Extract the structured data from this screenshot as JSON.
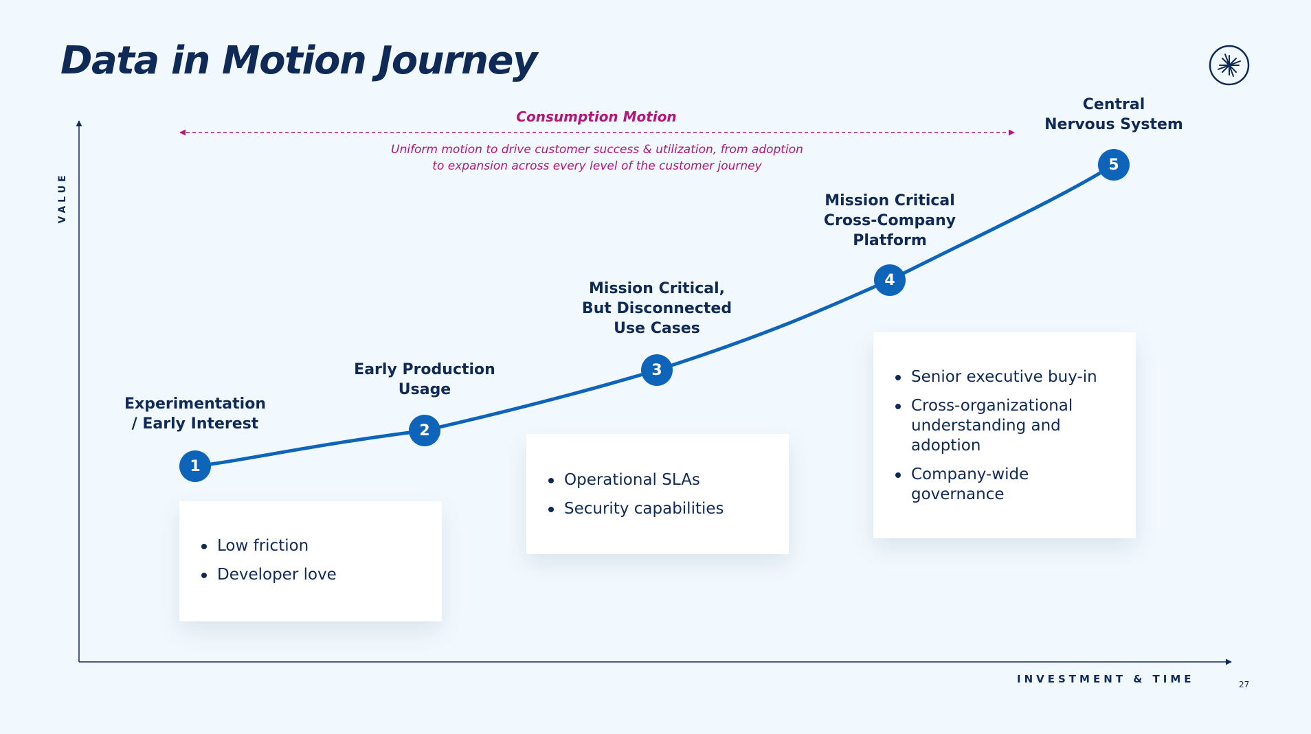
{
  "title": "Data in Motion Journey",
  "axes": {
    "y_label": "VALUE",
    "x_label": "INVESTMENT & TIME"
  },
  "consumption_motion": {
    "title": "Consumption Motion",
    "description_lines": [
      "Uniform motion to drive customer success & utilization, from adoption",
      "to expansion across every level of the customer journey"
    ]
  },
  "stages": [
    {
      "number": "1",
      "label_lines": [
        "Experimentation",
        "/ Early Interest"
      ],
      "bullets": [
        "Low friction",
        "Developer love"
      ]
    },
    {
      "number": "2",
      "label_lines": [
        "Early Production",
        "Usage"
      ],
      "bullets": []
    },
    {
      "number": "3",
      "label_lines": [
        "Mission Critical,",
        "But Disconnected",
        "Use Cases"
      ],
      "bullets": [
        "Operational SLAs",
        "Security capabilities"
      ]
    },
    {
      "number": "4",
      "label_lines": [
        "Mission Critical",
        "Cross-Company",
        "Platform"
      ],
      "bullets": [
        "Senior executive buy-in",
        "Cross-organizational understanding and adoption",
        "Company-wide governance"
      ]
    },
    {
      "number": "5",
      "label_lines": [
        "Central",
        "Nervous System"
      ],
      "bullets": []
    }
  ],
  "page_number": "27",
  "colors": {
    "background": "#f2f9fe",
    "navy": "#0f2a57",
    "curve_blue": "#0e64b8",
    "accent_magenta": "#b3157a"
  },
  "icons": [
    "logo-icon"
  ]
}
